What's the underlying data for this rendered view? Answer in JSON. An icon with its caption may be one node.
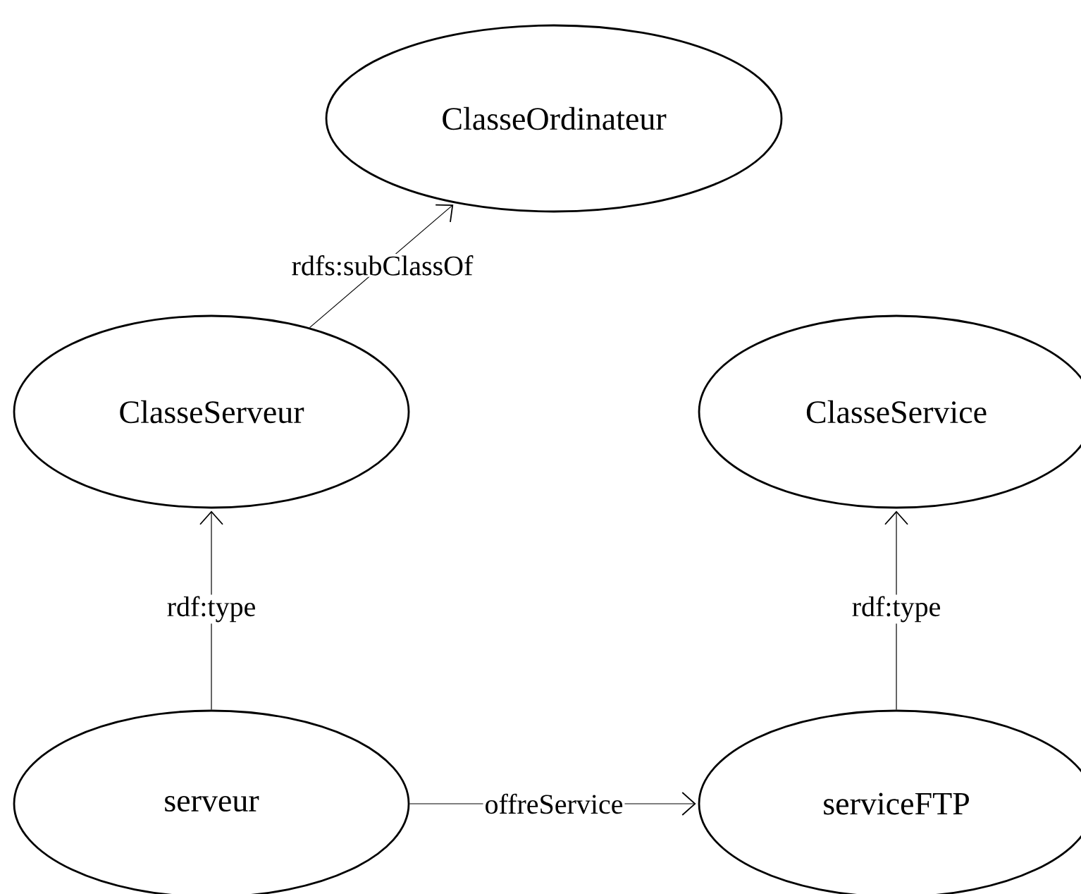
{
  "diagram": {
    "nodes": [
      {
        "text": [
          "ClasseOrdinateur"
        ]
      },
      {
        "text": [
          "ClasseServeur"
        ]
      },
      {
        "text": [
          "ClasseService"
        ]
      },
      {
        "text": [
          "serveur"
        ]
      },
      {
        "text": [
          "serviceFTP"
        ]
      }
    ],
    "edges": [
      {
        "from": 1,
        "to": 0,
        "arrow": "to",
        "label": "rdfs:subClassOf"
      },
      {
        "from": 3,
        "to": 1,
        "arrow": "to",
        "label": "rdf:type"
      },
      {
        "from": 4,
        "to": 2,
        "arrow": "to",
        "label": "rdf:type"
      },
      {
        "from": 3,
        "to": 4,
        "arrow": "to",
        "label": "offreService"
      }
    ]
  }
}
